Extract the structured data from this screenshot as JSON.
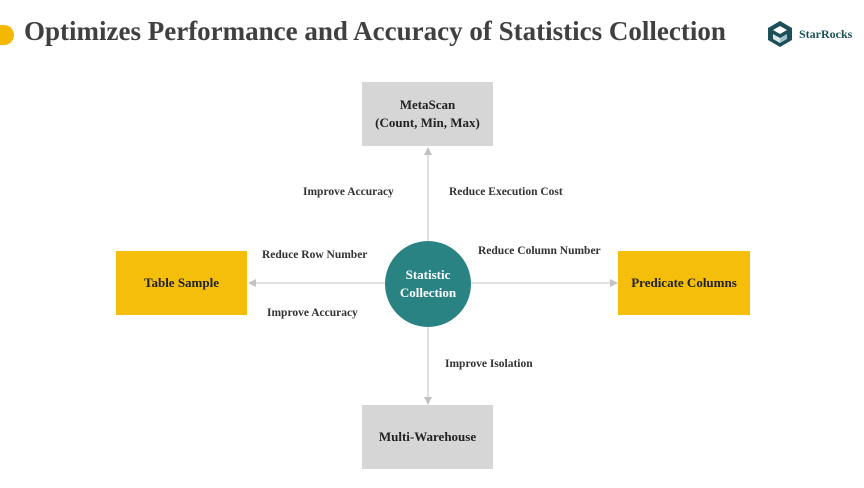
{
  "header": {
    "title": "Optimizes Performance and Accuracy of Statistics Collection",
    "logo_text": "StarRocks"
  },
  "diagram": {
    "center": {
      "line1": "Statistic",
      "line2": "Collection"
    },
    "nodes": {
      "top": {
        "line1": "MetaScan",
        "line2": "(Count, Min, Max)"
      },
      "left": {
        "label": "Table Sample"
      },
      "right": {
        "label": "Predicate Columns"
      },
      "bottom": {
        "label": "Multi-Warehouse"
      }
    },
    "edge_labels": {
      "top_left": "Improve Accuracy",
      "top_right": "Reduce Execution Cost",
      "left_top": "Reduce Row Number",
      "left_bottom": "Improve Accuracy",
      "right_top": "Reduce Column Number",
      "bottom_right": "Improve Isolation"
    }
  },
  "colors": {
    "accent": "#F5B800",
    "center_circle": "#2A8383",
    "gray_box": "#D6D6D6",
    "yellow_box": "#F5BE0B",
    "logo": "#1d4f5a"
  }
}
